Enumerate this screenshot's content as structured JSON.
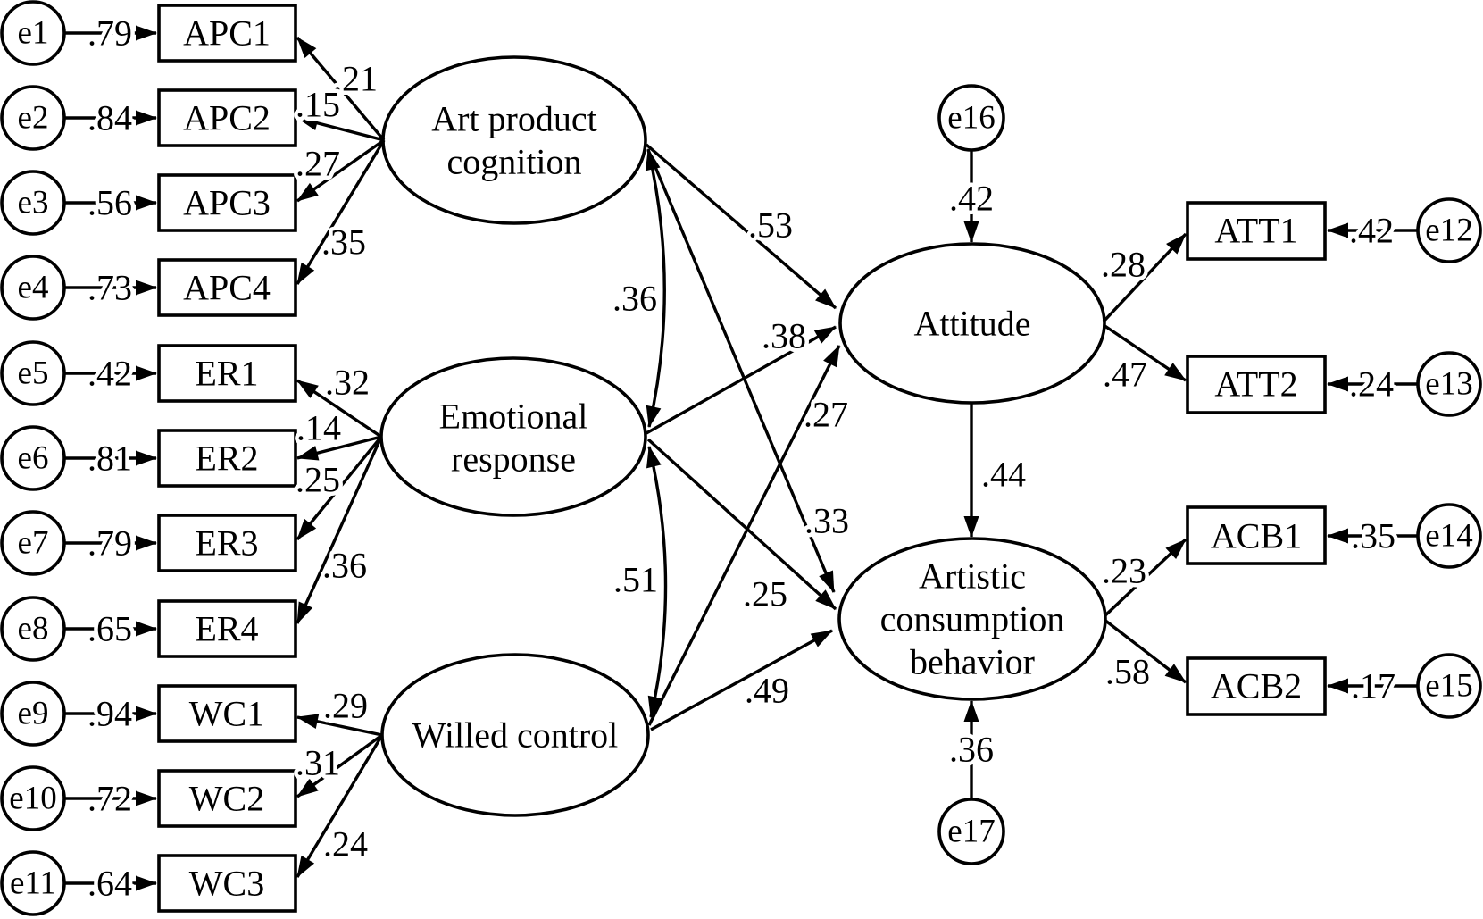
{
  "latents": {
    "apc": {
      "line1": "Art product",
      "line2": "cognition"
    },
    "er": {
      "line1": "Emotional",
      "line2": "response"
    },
    "wc": {
      "label": "Willed control"
    },
    "att": {
      "label": "Attitude"
    },
    "acb": {
      "line1": "Artistic",
      "line2": "consumption",
      "line3": "behavior"
    }
  },
  "indicators": {
    "apc1": "APC1",
    "apc2": "APC2",
    "apc3": "APC3",
    "apc4": "APC4",
    "er1": "ER1",
    "er2": "ER2",
    "er3": "ER3",
    "er4": "ER4",
    "wc1": "WC1",
    "wc2": "WC2",
    "wc3": "WC3",
    "att1": "ATT1",
    "att2": "ATT2",
    "acb1": "ACB1",
    "acb2": "ACB2"
  },
  "errors": {
    "e1": "e1",
    "e2": "e2",
    "e3": "e3",
    "e4": "e4",
    "e5": "e5",
    "e6": "e6",
    "e7": "e7",
    "e8": "e8",
    "e9": "e9",
    "e10": "e10",
    "e11": "e11",
    "e12": "e12",
    "e13": "e13",
    "e14": "e14",
    "e15": "e15",
    "e16": "e16",
    "e17": "e17"
  },
  "weights": {
    "e1_apc1": ".79",
    "e2_apc2": ".84",
    "e3_apc3": ".56",
    "e4_apc4": ".73",
    "e5_er1": ".42",
    "e6_er2": ".81",
    "e7_er3": ".79",
    "e8_er4": ".65",
    "e9_wc1": ".94",
    "e10_wc2": ".72",
    "e11_wc3": ".64",
    "apc_apc1": ".21",
    "apc_apc2": ".15",
    "apc_apc3": ".27",
    "apc_apc4": ".35",
    "er_er1": ".32",
    "er_er2": ".14",
    "er_er3": ".25",
    "er_er4": ".36",
    "wc_wc1": ".29",
    "wc_wc2": ".31",
    "wc_wc3": ".24",
    "apc_att": ".53",
    "er_att": ".38",
    "wc_att": ".27",
    "apc_acb": ".33",
    "er_acb": ".25",
    "wc_acb": ".49",
    "cov_apc_er": ".36",
    "cov_er_wc": ".51",
    "e16_att": ".42",
    "att_acb": ".44",
    "e17_acb": ".36",
    "att_att1": ".28",
    "att_att2": ".47",
    "acb_acb1": ".23",
    "acb_acb2": ".58",
    "e12_att1": ".42",
    "e13_att2": ".24",
    "e14_acb1": ".35",
    "e15_acb2": ".17"
  }
}
